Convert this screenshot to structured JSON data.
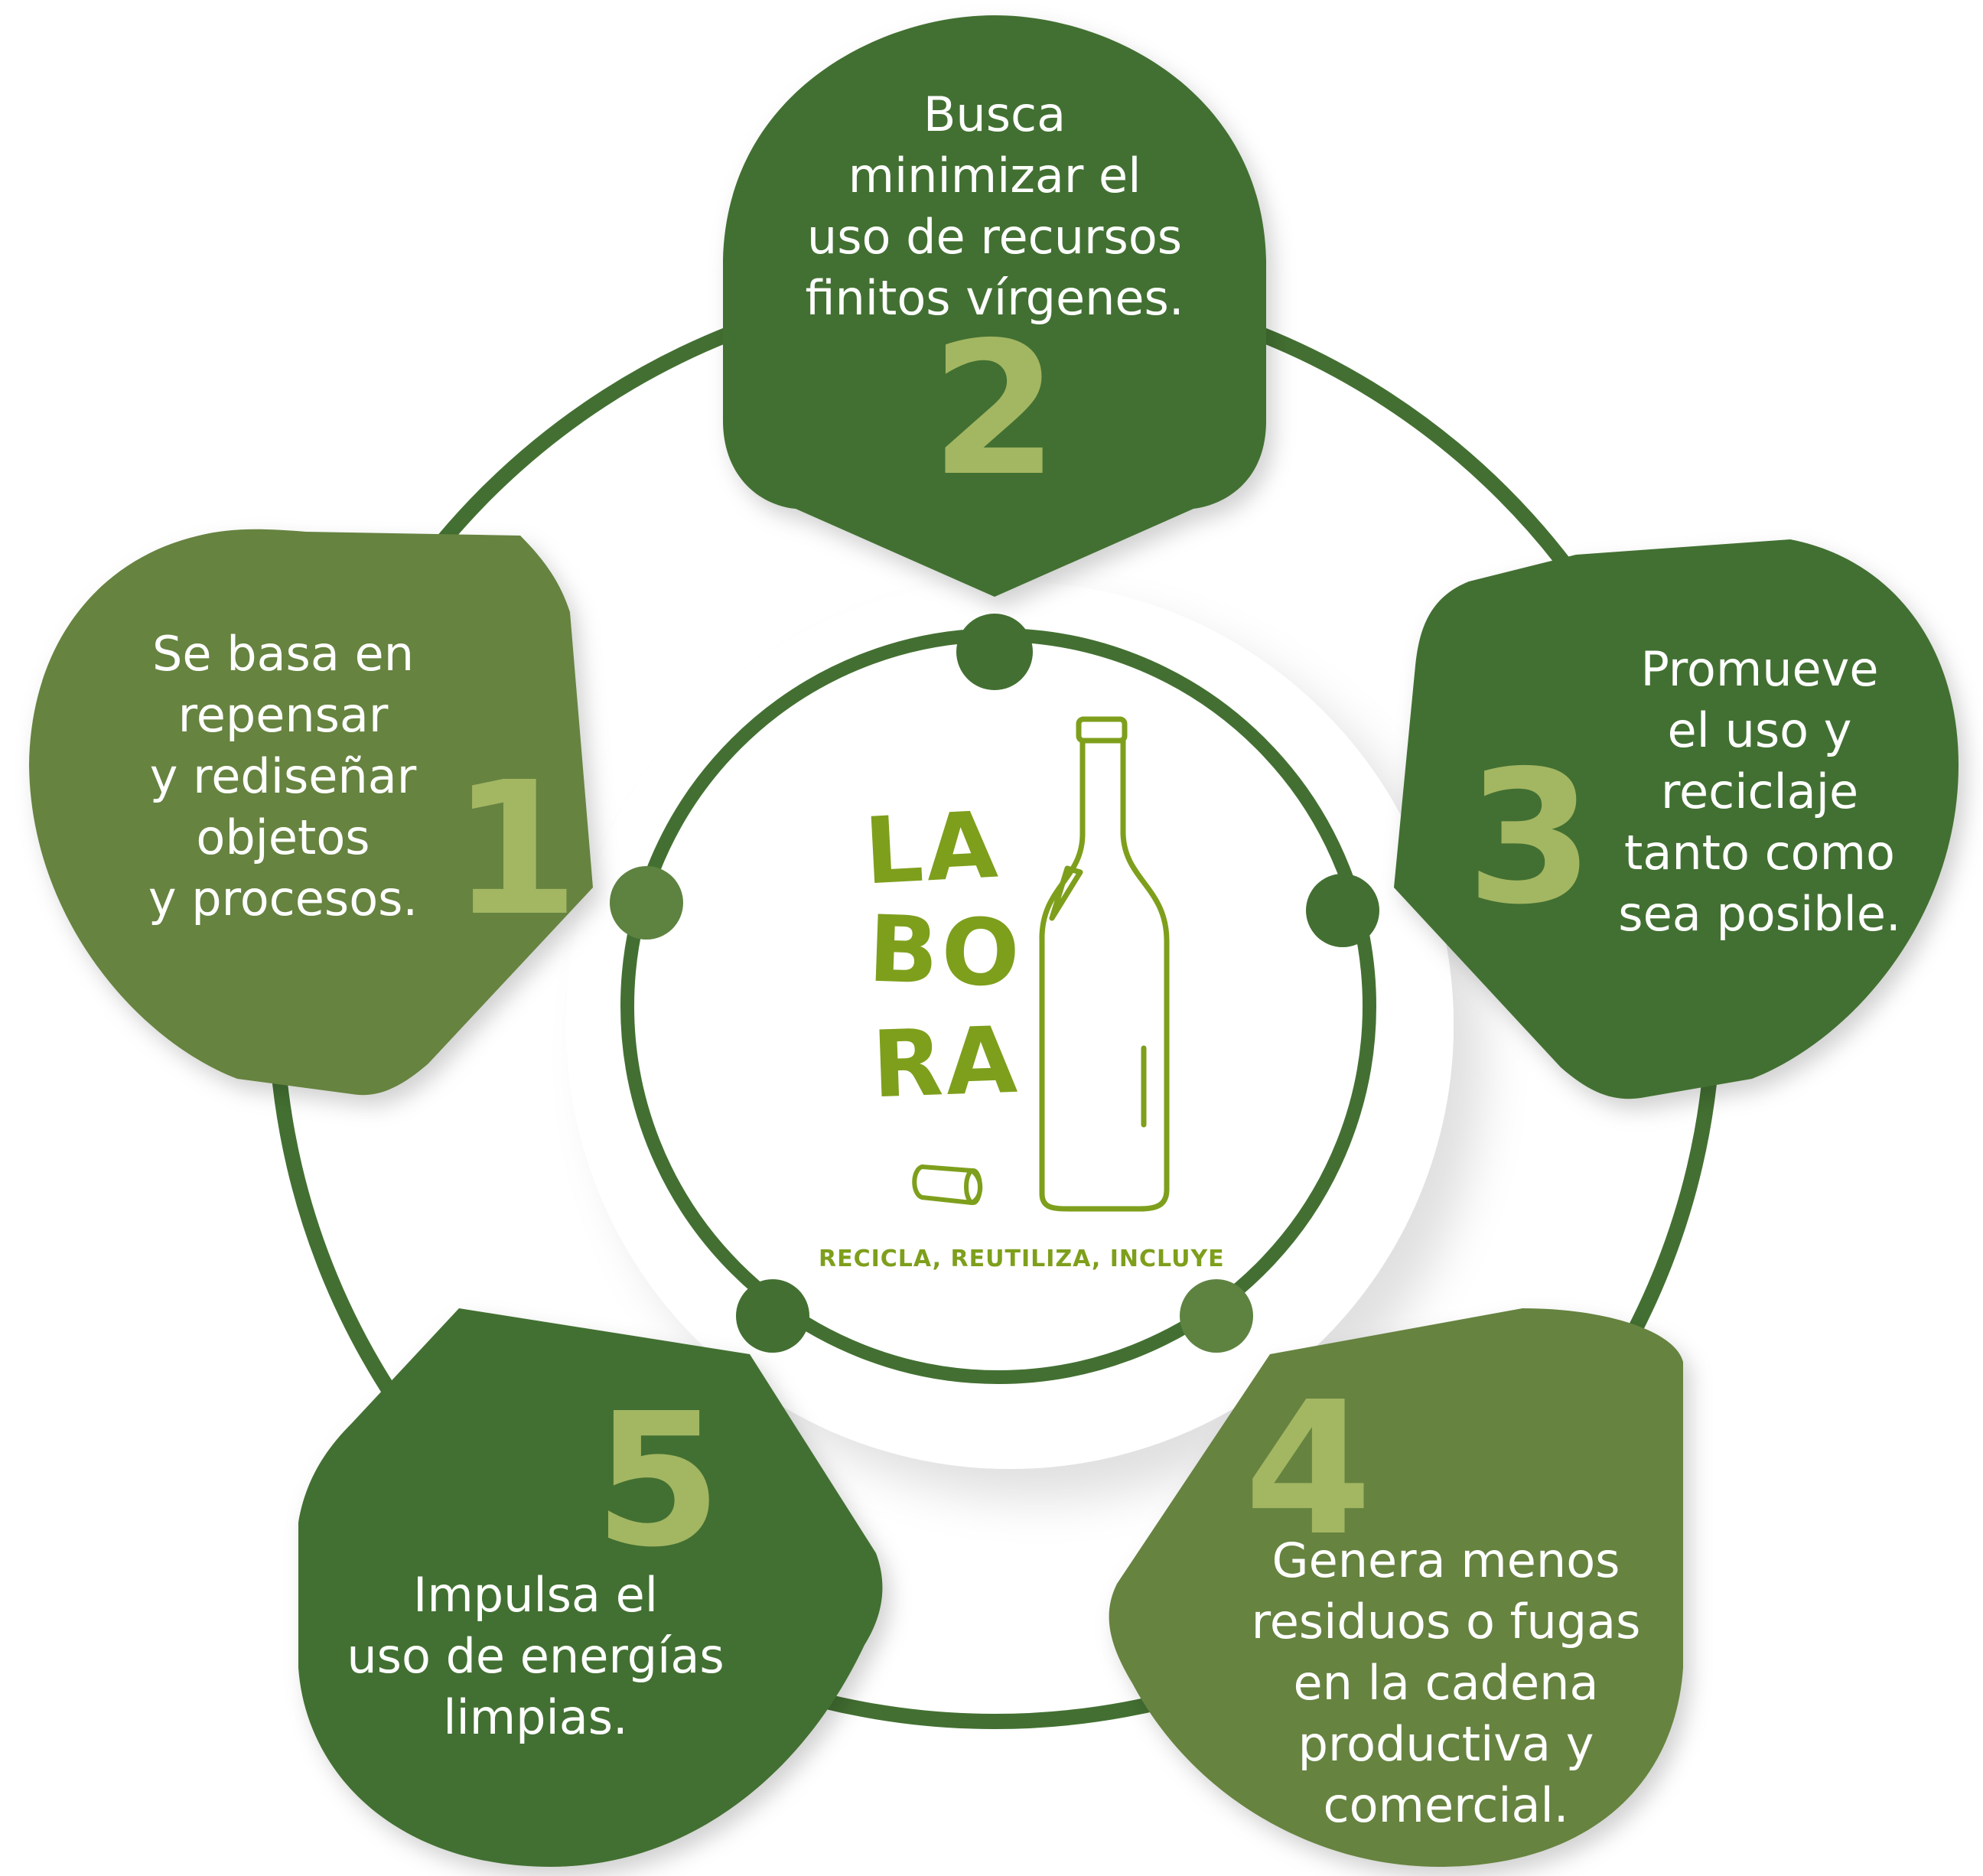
{
  "colors": {
    "dark_green": "#437032",
    "mid_green": "#5e8341",
    "light_green": "#66833f",
    "number_green": "#a3b662",
    "logo_green": "#7e9f1c",
    "white": "#ffffff"
  },
  "logo": {
    "line1": "LA",
    "line2": "BO",
    "line3": "RA",
    "tagline": "RECICLA, REUTILIZA, INCLUYE"
  },
  "steps": [
    {
      "number": "1",
      "color": "#66833f",
      "lines": [
        "Se basa en",
        "repensar",
        "y rediseñar",
        "objetos",
        "y procesos."
      ]
    },
    {
      "number": "2",
      "color": "#437032",
      "lines": [
        "Busca",
        "minimizar el",
        "uso de recursos",
        "finitos vírgenes."
      ]
    },
    {
      "number": "3",
      "color": "#437032",
      "lines": [
        "Promueve",
        "el uso y",
        "reciclaje",
        "tanto como",
        "sea posible."
      ]
    },
    {
      "number": "4",
      "color": "#66833f",
      "lines": [
        "Genera menos",
        "residuos o fugas",
        "en la cadena",
        "productiva y",
        "comercial."
      ]
    },
    {
      "number": "5",
      "color": "#437032",
      "lines": [
        "Impulsa el",
        "uso de energías",
        "limpias."
      ]
    }
  ]
}
